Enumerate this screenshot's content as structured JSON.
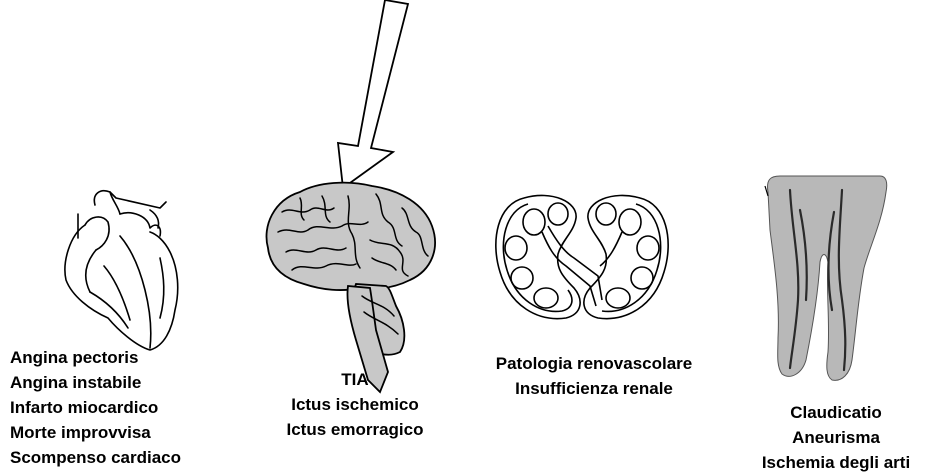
{
  "organs": [
    {
      "id": "heart",
      "icon": "heart-icon",
      "labels": [
        "Angina pectoris",
        "Angina instabile",
        "Infarto miocardico",
        "Morte improvvisa",
        "Scompenso cardiaco"
      ]
    },
    {
      "id": "brain",
      "icon": "brain-icon",
      "labels": [
        "TIA",
        "Ictus ischemico",
        "Ictus emorragico"
      ]
    },
    {
      "id": "kidneys",
      "icon": "kidneys-icon",
      "labels": [
        "Patologia renovascolare",
        "Insufficienza renale"
      ]
    },
    {
      "id": "legs",
      "icon": "legs-icon",
      "labels": [
        "Claudicatio",
        "Aneurisma",
        "Ischemia degli arti"
      ]
    }
  ],
  "arrow": {
    "icon": "down-arrow-icon",
    "target": "brain"
  },
  "colors": {
    "line": "#000000",
    "brain_fill": "#c8c8c8",
    "legs_fill": "#b8b8b8",
    "background": "#ffffff"
  }
}
